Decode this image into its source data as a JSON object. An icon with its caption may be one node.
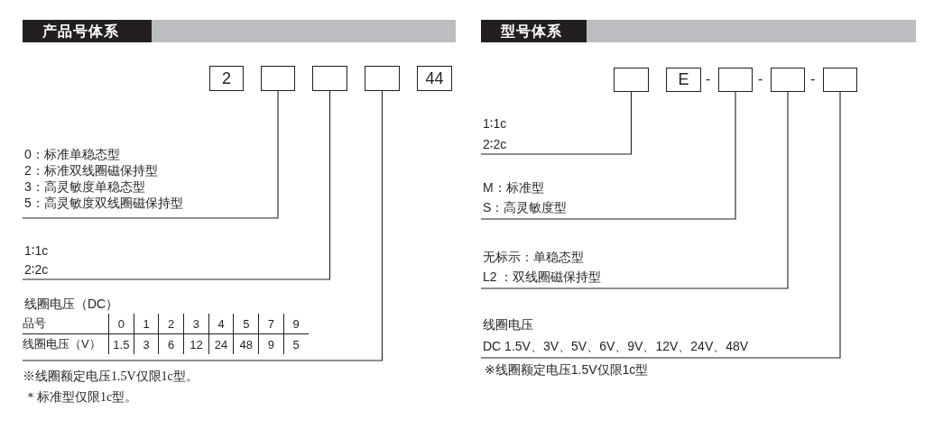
{
  "diagram": {
    "nodes": [
      {
        "text": [
          "产品号体系"
        ]
      },
      {
        "text": [
          "2"
        ]
      },
      {
        "text": [],
        "shape": "box"
      },
      {
        "text": [],
        "shape": "box"
      },
      {
        "text": [],
        "shape": "box"
      },
      {
        "text": [
          "44"
        ]
      },
      {
        "text": [
          "0：标准单稳态型",
          "2：标准双线圈磁保持型",
          "3：高灵敏度单稳态型",
          "5：高灵敏度双线圈磁保持型"
        ]
      },
      {
        "text": [
          "1∶1c",
          "2∶2c"
        ]
      },
      {
        "text": [
          "线圈电压（DC）"
        ]
      },
      {
        "text": [
          "型号体系"
        ]
      },
      {
        "text": [],
        "shape": "box"
      },
      {
        "text": [
          "E"
        ]
      },
      {
        "text": [],
        "shape": "box"
      },
      {
        "text": [],
        "shape": "box"
      },
      {
        "text": [],
        "shape": "box"
      },
      {
        "text": [
          "1∶1c",
          "2∶2c"
        ]
      },
      {
        "text": [
          "M：标准型",
          "S：高灵敏度型"
        ]
      },
      {
        "text": [
          "无标示：单稳态型",
          "L2 ：双线圈磁保持型"
        ]
      },
      {
        "text": [
          "线圈电压",
          "DC 1.5V、3V、5V、6V、9V、12V、24V、48V"
        ]
      }
    ],
    "edges": [
      {
        "from": 2,
        "to": 6,
        "arrow": "none"
      },
      {
        "from": 3,
        "to": 7,
        "arrow": "none"
      },
      {
        "from": 4,
        "to": 8,
        "arrow": "none"
      },
      {
        "from": 10,
        "to": 15,
        "arrow": "none"
      },
      {
        "from": 12,
        "to": 16,
        "arrow": "none"
      },
      {
        "from": 13,
        "to": 17,
        "arrow": "none"
      },
      {
        "from": 14,
        "to": 18,
        "arrow": "none"
      }
    ],
    "labels": [
      "品号",
      "0",
      "1",
      "2",
      "3",
      "4",
      "5",
      "7",
      "9",
      "线圈电压（V）",
      "1.5",
      "3",
      "6",
      "12",
      "24",
      "48",
      "9",
      "5",
      "※线圈额定电压1.5V仅限1c型。",
      "＊标准型仅限1c型。",
      "-",
      "-",
      "-",
      "※线圈额定电压1.5V仅限1c型"
    ]
  }
}
